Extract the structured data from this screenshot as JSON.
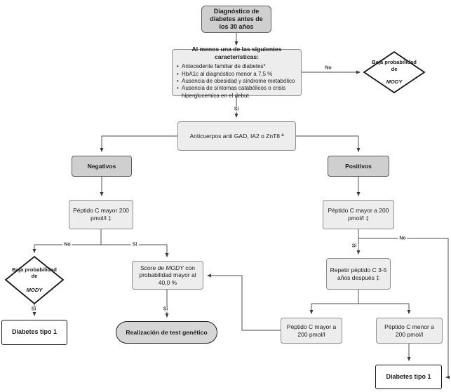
{
  "labels": {
    "yes": "Sí",
    "no": "No"
  },
  "colors": {
    "process_fill": "#ededed",
    "emphasis_fill": "#cfcfcf",
    "oval_fill": "#d6d6d6",
    "terminal_fill": "#ffffff",
    "line": "#6f6f6f",
    "border_strong": "#141414"
  },
  "nodes": {
    "start": {
      "text": "Diagnóstico de diabetes antes de los 30 años"
    },
    "criteria": {
      "title": "Al menos una de las siguientes características:",
      "bullets": [
        "Antecedente familiar de diabetes*",
        "HbA1c al diagnóstico menor a 7,5 %",
        "Ausencia de obesidad y síndrome metabólico",
        "Ausencia de síntomas catabólicos o crisis hiperglucemica en el debut"
      ]
    },
    "low_mody_top": {
      "pre": "Baja probabilidad de",
      "italic": "MODY"
    },
    "antibodies": {
      "text": "Anticuerpos anti GAD, IA2 o ZnT8 ª"
    },
    "negatives": {
      "text": "Negativos"
    },
    "positives": {
      "text": "Positivos"
    },
    "peptide_left": {
      "text": "Péptido C mayor 200 pmol/l ‡"
    },
    "peptide_right": {
      "text": "Péptido C mayor a 200 pmol/l ‡"
    },
    "low_mody_left": {
      "pre": "Baja probabilidad de",
      "italic": "MODY"
    },
    "score": {
      "italic": "Score de MODY",
      "rest": " con probabilidad mayor al 40,0 %"
    },
    "repeat": {
      "text": "Repetir péptido C 3-5 años después ‡"
    },
    "diabetes_left": {
      "text": "Diabetes tipo 1"
    },
    "genetic_test": {
      "text": "Realización de test genético"
    },
    "peptide_high_followup": {
      "text": "Péptido C mayor a 200 pmol/l"
    },
    "peptide_low_followup": {
      "text": "Péptido C menor a 200 pmol/l"
    },
    "diabetes_right": {
      "text": "Diabetes tipo 1"
    }
  }
}
